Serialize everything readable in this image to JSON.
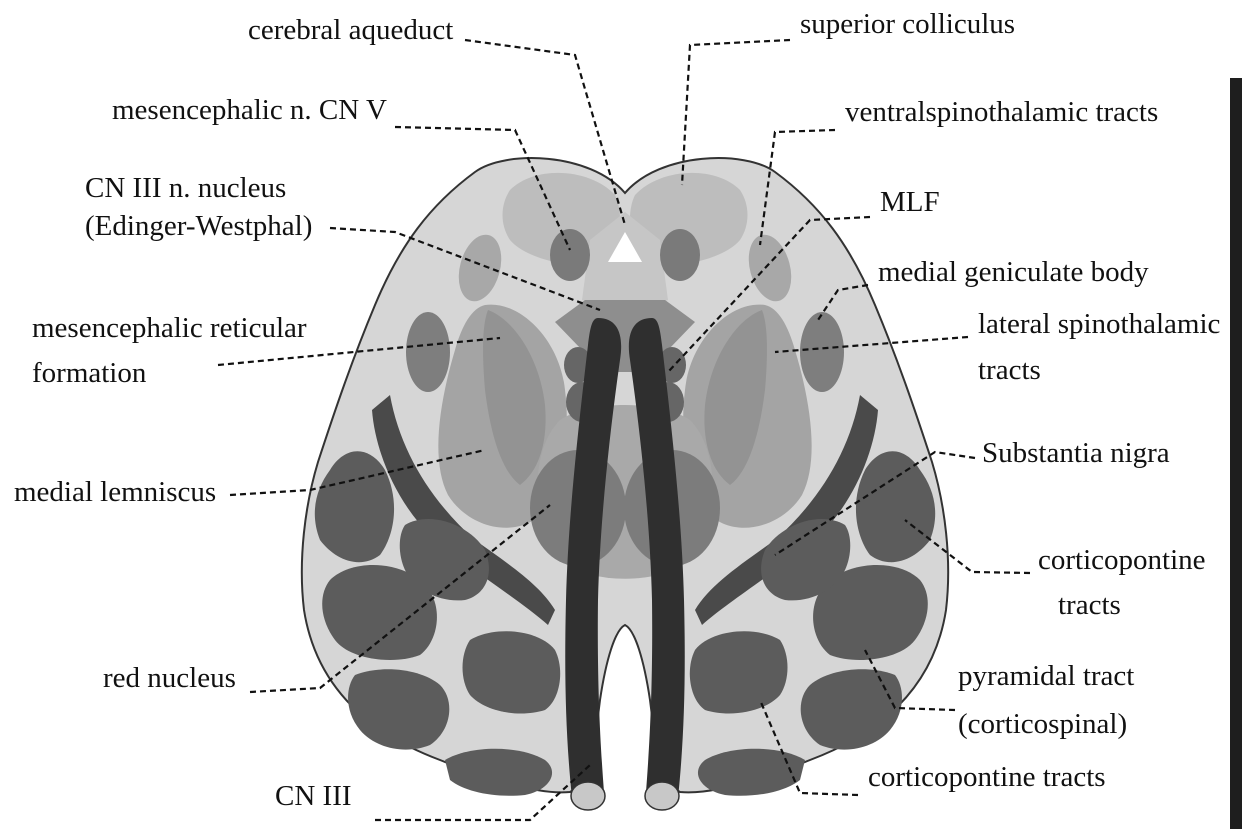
{
  "labels": {
    "cerebral_aqueduct": "cerebral aqueduct",
    "superior_colliculus": "superior colliculus",
    "mesencephalic_n_cn_v": "mesencephalic n. CN V",
    "ventralspinothalamic_tracts": "ventralspinothalamic tracts",
    "cn_iii_nucleus_line1": "CN III n. nucleus",
    "cn_iii_nucleus_line2": "(Edinger-Westphal)",
    "mlf": "MLF",
    "medial_geniculate_body": "medial geniculate body",
    "mesencephalic_reticular_line1": "mesencephalic reticular",
    "mesencephalic_reticular_line2": "formation",
    "lateral_spinothalamic_line1": "lateral spinothalamic",
    "lateral_spinothalamic_line2": "tracts",
    "medial_lemniscus": "medial lemniscus",
    "substantia_nigra": "Substantia nigra",
    "corticopontine_right_line1": "corticopontine",
    "corticopontine_right_line2": "tracts",
    "red_nucleus": "red nucleus",
    "pyramidal_tract_line1": "pyramidal tract",
    "pyramidal_tract_line2": "(corticospinal)",
    "cn_iii": "CN III",
    "corticopontine_bottom": "corticopontine tracts"
  },
  "colors": {
    "outline": "#333333",
    "midbrain_fill": "#d6d6d6",
    "colliculus": "#bcbcbc",
    "lemniscus_region": "#a4a4a4",
    "lemniscus_inner": "#959595",
    "red_nucleus": "#7c7c7c",
    "small_nuclei": "#6e6e6e",
    "substantia_nigra": "#4a4a4a",
    "peduncle_tracts": "#5c5c5c",
    "cn_iii_nerve": "#2f2f2f",
    "aqueduct": "#ffffff",
    "leader_line": "#111111"
  }
}
